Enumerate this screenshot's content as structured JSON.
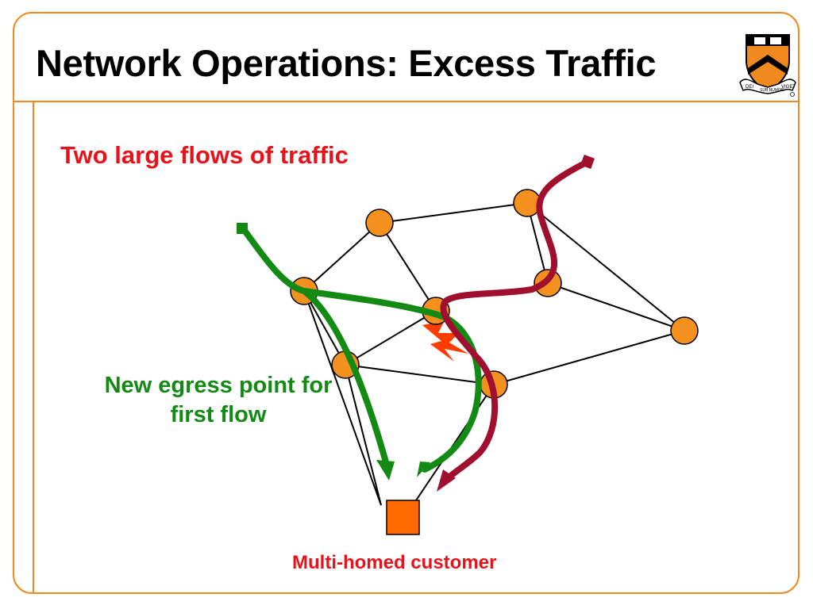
{
  "slide": {
    "title": "Network Operations: Excess Traffic"
  },
  "diagram": {
    "flows_label": "Two large flows of traffic",
    "egress_label": "New egress point for first flow",
    "customer_label": "Multi-homed customer",
    "nodes": [
      "router",
      "router",
      "router",
      "router",
      "router",
      "router",
      "router",
      "router"
    ],
    "flows": [
      {
        "role": "first flow",
        "color": "#138a13"
      },
      {
        "role": "second flow",
        "color": "#a0102e"
      }
    ],
    "congestion_marker": "lightning-bolt"
  },
  "logo": {
    "motto_left": "DEI",
    "motto_center": "SUB NUMINE",
    "motto_right": "VIGET"
  },
  "colors": {
    "accent": "#f08a1e",
    "router_fill": "#f4901e",
    "customer_fill": "#ff6a00",
    "flow_green": "#138a13",
    "flow_red": "#a0102e",
    "caption_red": "#e8121a",
    "caption_green": "#138a13"
  }
}
